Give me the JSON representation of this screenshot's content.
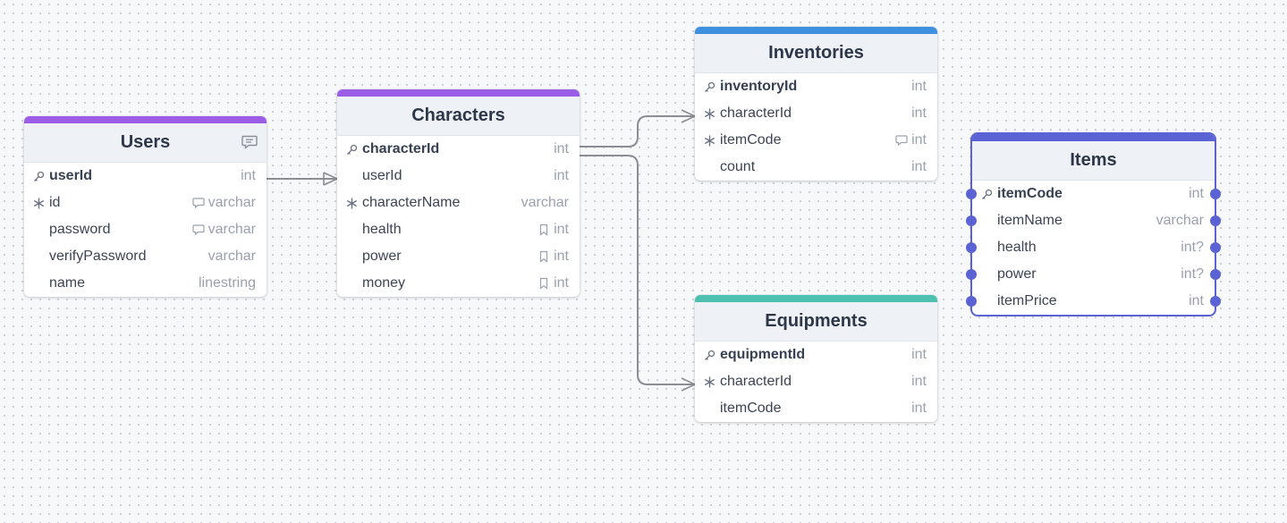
{
  "colors": {
    "purple": "#9b5de5",
    "blue": "#3d8fe0",
    "teal": "#4ec0b0",
    "indigo": "#5a62d4",
    "connector": "#8a8d94"
  },
  "tables": {
    "users": {
      "title": "Users",
      "fields": [
        {
          "name": "userId",
          "type": "int"
        },
        {
          "name": "id",
          "type": "varchar"
        },
        {
          "name": "password",
          "type": "varchar"
        },
        {
          "name": "verifyPassword",
          "type": "varchar"
        },
        {
          "name": "name",
          "type": "linestring"
        }
      ]
    },
    "characters": {
      "title": "Characters",
      "fields": [
        {
          "name": "characterId",
          "type": "int"
        },
        {
          "name": "userId",
          "type": "int"
        },
        {
          "name": "characterName",
          "type": "varchar"
        },
        {
          "name": "health",
          "type": "int"
        },
        {
          "name": "power",
          "type": "int"
        },
        {
          "name": "money",
          "type": "int"
        }
      ]
    },
    "inventories": {
      "title": "Inventories",
      "fields": [
        {
          "name": "inventoryId",
          "type": "int"
        },
        {
          "name": "characterId",
          "type": "int"
        },
        {
          "name": "itemCode",
          "type": "int"
        },
        {
          "name": "count",
          "type": "int"
        }
      ]
    },
    "equipments": {
      "title": "Equipments",
      "fields": [
        {
          "name": "equipmentId",
          "type": "int"
        },
        {
          "name": "characterId",
          "type": "int"
        },
        {
          "name": "itemCode",
          "type": "int"
        }
      ]
    },
    "items": {
      "title": "Items",
      "fields": [
        {
          "name": "itemCode",
          "type": "int"
        },
        {
          "name": "itemName",
          "type": "varchar"
        },
        {
          "name": "health",
          "type": "int?"
        },
        {
          "name": "power",
          "type": "int?"
        },
        {
          "name": "itemPrice",
          "type": "int"
        }
      ]
    }
  },
  "icons": {
    "primary_key": "key-icon",
    "unique": "snowflake-icon",
    "note": "comment-icon",
    "default_value": "bookmark-icon"
  }
}
